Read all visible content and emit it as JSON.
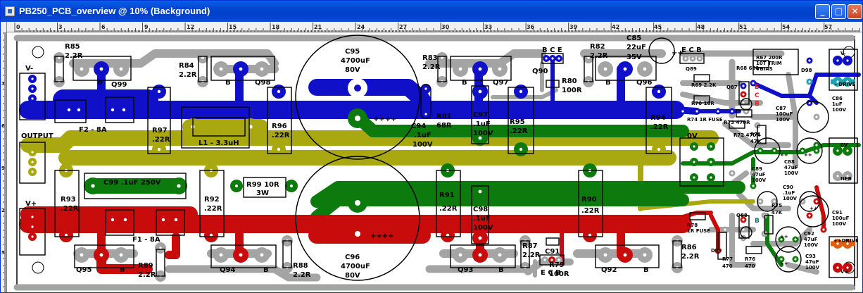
{
  "window": {
    "title": "PB250_PCB_overview @ 10% (Background)",
    "buttons": {
      "minimize": "_",
      "maximize": "□",
      "close": "✕"
    }
  },
  "ruler": {
    "top_labels": [
      "0",
      "3",
      "6",
      "9",
      "12",
      "15",
      "18",
      "21",
      "24",
      "27",
      "30",
      "33",
      "36",
      "39",
      "42",
      "45",
      "48",
      "51",
      "54",
      "57"
    ],
    "left_labels": [
      "3",
      "6",
      "9",
      "2",
      "5"
    ]
  },
  "components": {
    "R85": "R85",
    "R85_val": "2.2R",
    "R84": "R84",
    "R84_val": "2.2R",
    "R83": "R83",
    "R83_val": "2.2R",
    "R82": "R82",
    "R82_val": "2.2R",
    "C85": "C85",
    "C85_val": "22uF",
    "C85_v": "35V",
    "C95": "C95",
    "C95_val": "4700uF",
    "C95_v": "80V",
    "C96": "C96",
    "C96_val": "4700uF",
    "C96_v": "80V",
    "plus4": "++++",
    "Q99": "Q99",
    "Q98": "Q98",
    "Q97": "Q97",
    "Q96": "Q96",
    "Q90": "Q90",
    "Q95": "Q95",
    "Q94": "Q94",
    "Q93": "Q93",
    "Q92": "Q92",
    "B": "B",
    "BCE": "B  C  E",
    "ECB": "E  C  B",
    "R80": "R80",
    "R80_val": "100R",
    "R79": "R79",
    "R79_val": "100R",
    "R81": "R81",
    "R81_val": "68R",
    "C94": "C94",
    "C94_val": ".1uF",
    "C94_v": "100V",
    "C97": "C97",
    "C97_val": ".1uF",
    "C97_v": "100V",
    "C98": "C98",
    "C98_val": ".1uF",
    "C98_v": "100V",
    "C99": "C99 .1uF 250V",
    "R97": "R97",
    "R97_val": ".22R",
    "R96": "R96",
    "R96_val": ".22R",
    "R95": "R95",
    "R95_val": ".22R",
    "R94": "R94",
    "R94_val": ".22R",
    "R93": "R93",
    "R93_val": ".22R",
    "R92": "R92",
    "R92_val": ".22R",
    "R91": "R91",
    "R91_val": ".22R",
    "R90": "R90",
    "R90_val": ".22R",
    "R99": "R99 10R",
    "R99_val": "3W",
    "L1": "L1 - 3.3uH",
    "F2": "F2 - 8A",
    "F1": "F1 - 8A",
    "R89": "R89",
    "R89_val": "2.2R",
    "R88": "R88",
    "R88_val": "2.2R",
    "R87": "R87",
    "R87_val": "2.2R",
    "R86": "R86",
    "R86_val": "2.2R",
    "C91": "C91",
    "C91_pins": "E  C  B",
    "R67": "R67 200R",
    "R67_b": "10T TRIM",
    "R67_c": "VBIAS",
    "R68": "R68 680",
    "Q89": "Q89",
    "R69": "R69 2.2K",
    "R70": "R70 10R",
    "Q87": "Q87",
    "Q88": "Q88",
    "R74": "R74 1R FUSE",
    "R73": "R73 470R",
    "R72": "R72 470R",
    "R71": "R71",
    "R71_val": "47K",
    "C86": "C86",
    "C86_val": "1uF",
    "C86_v": "100V",
    "C87": "C87",
    "C87_val": "100uF",
    "C87_v": "100V",
    "C88": "C88",
    "C88_val": "47uF",
    "C88_v": "100V",
    "C89": "C89",
    "C89_val": "47uF",
    "C89_v": "100V",
    "C90": "C90",
    "C90_val": ".1uF",
    "C90_v": "100V",
    "C91b": "C91",
    "C91b_val": "100uF",
    "C91b_v": "100V",
    "C92": "C92",
    "C92_val": "47uF",
    "C92_v": "100V",
    "C93": "C93",
    "C93_val": "47uF",
    "C93_v": "100V",
    "R75": "R75",
    "R75_val": "47K",
    "R76": "R76",
    "R76_val": "470",
    "R77": "R77",
    "R77_val": "470",
    "R78": "R78",
    "R78_val": "1R FUSE",
    "D98": "D98",
    "D99": "D99",
    "E": "E",
    "C": "C",
    "Bsig": "B",
    "plus2": "++",
    "ov": "0V"
  },
  "connectors": {
    "vminus": "V-",
    "output": "OUTPUT",
    "vplus": "V+",
    "r_vminus": "V-",
    "r_drive_minus": "- DRIVE",
    "r_ov": "0V",
    "r_nfb": "NFB",
    "r_drive_plus": "++DRIVE",
    "r_vplus": "V+"
  },
  "colors": {
    "blue": "#1010c8",
    "green": "#0c7a0c",
    "olive": "#a9a811",
    "red": "#c80c0c",
    "gray": "#a4a4a4",
    "teal": "#20a0b0",
    "orange": "#e06010"
  }
}
